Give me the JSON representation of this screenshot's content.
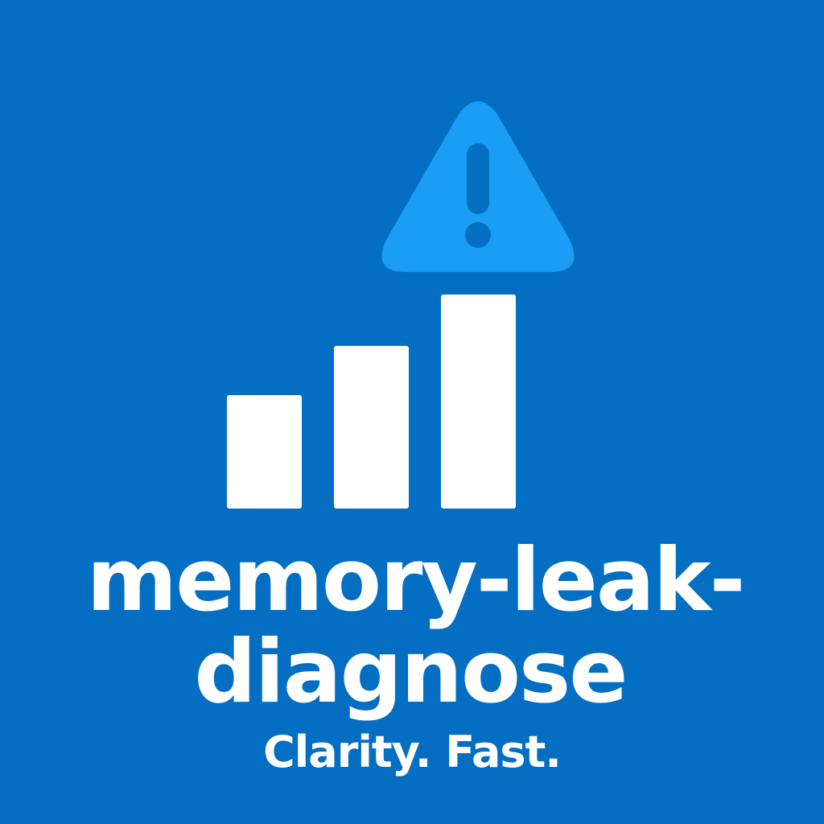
{
  "brand": {
    "title_line_1": "memory-leak-",
    "title_line_2": "diagnose",
    "tagline": "Clarity. Fast."
  },
  "logo": {
    "icons": [
      "warning-triangle-icon",
      "exclamation-icon",
      "rising-bars-icon"
    ],
    "bar_levels": [
      0.53,
      0.76,
      1.0
    ]
  },
  "colors": {
    "background": "#046fc2",
    "warning": "#1a9df5",
    "exclamation": "#046fc2",
    "bars": "#ffffff",
    "text": "#ffffff"
  }
}
